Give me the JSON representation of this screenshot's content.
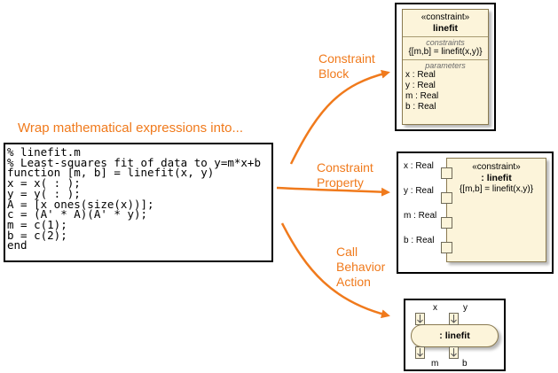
{
  "heading": "Wrap mathematical expressions into...",
  "code_lines": [
    "% linefit.m",
    "% Least-squares fit of data to y=m*x+b",
    "function [m, b] = linefit(x, y)",
    "x = x( : );",
    "y = y( : );",
    "A = [x ones(size(x))];",
    "c = (A' * A)(A' * y);",
    "m = c(1);",
    "b = c(2);",
    "end"
  ],
  "labels": {
    "block_line1": "Constraint",
    "block_line2": "Block",
    "property_line1": "Constraint",
    "property_line2": "Property",
    "action_line1": "Call",
    "action_line2": "Behavior",
    "action_line3": "Action"
  },
  "constraint_block": {
    "stereotype": "«constraint»",
    "name": "linefit",
    "constraints_title": "constraints",
    "constraint": "{[m,b] = linefit(x,y)}",
    "parameters_title": "parameters",
    "parameters": [
      "x : Real",
      "y : Real",
      "m : Real",
      "b : Real"
    ]
  },
  "constraint_property": {
    "stereotype": "«constraint»",
    "name": ": linefit",
    "constraint": "{[m,b] = linefit(x,y)}",
    "ports": [
      "x : Real",
      "y : Real",
      "m : Real",
      "b : Real"
    ]
  },
  "call_action": {
    "name": ": linefit",
    "input_pins": [
      "x",
      "y"
    ],
    "output_pins": [
      "m",
      "b"
    ]
  },
  "colors": {
    "accent": "#f07a1c",
    "element_fill": "#fcf4da",
    "element_border": "#8a7a50"
  }
}
